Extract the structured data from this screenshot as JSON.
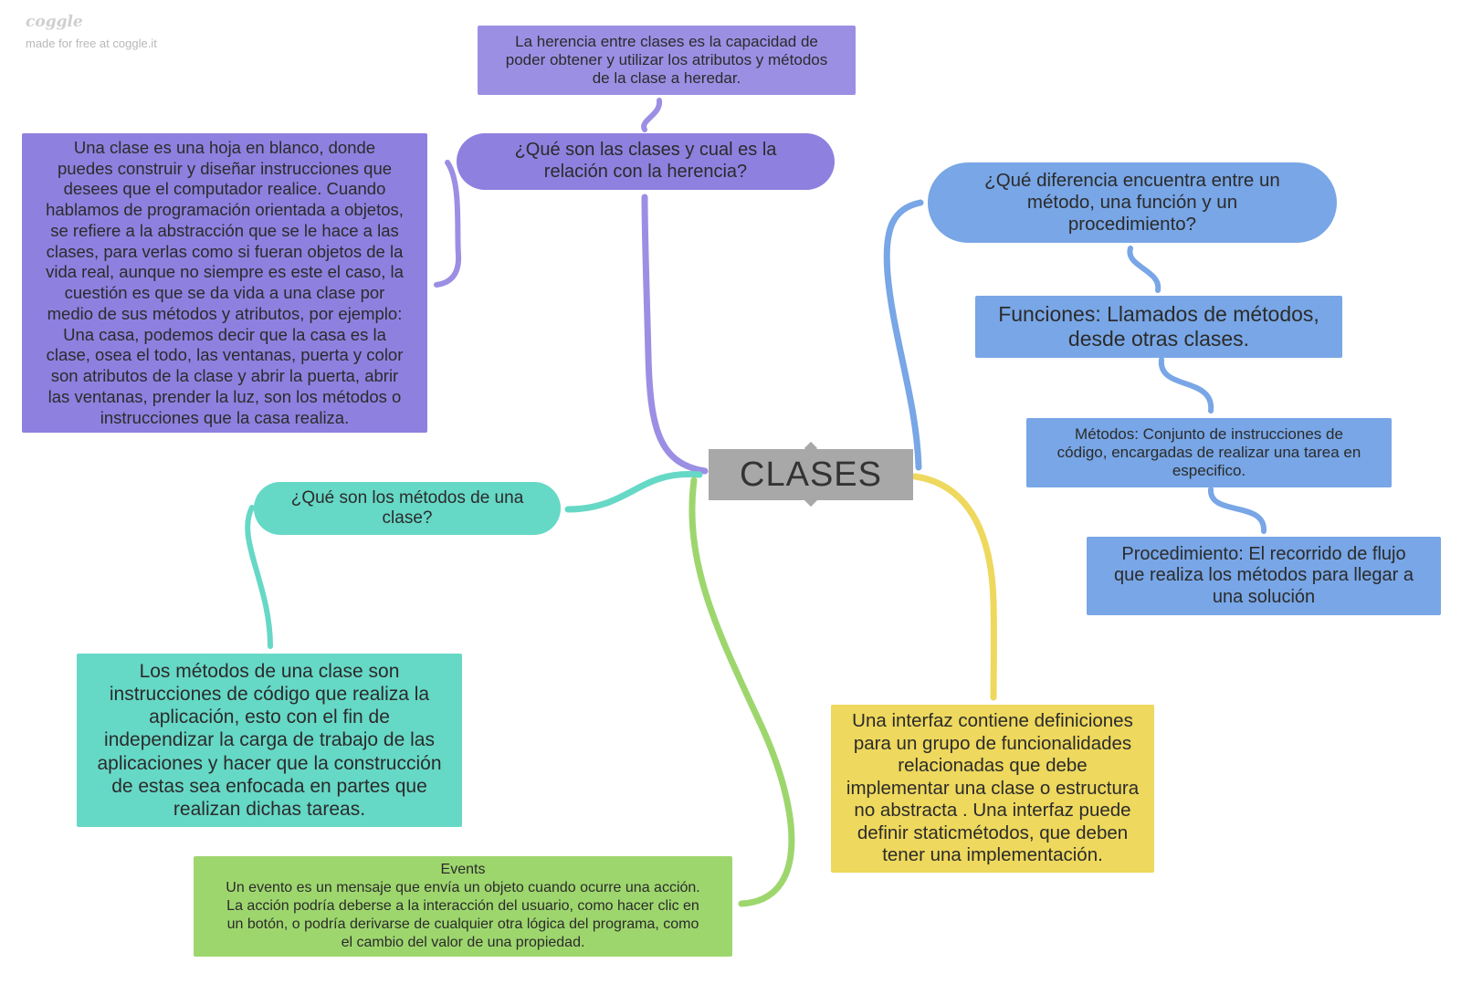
{
  "brand": {
    "name": "coggle",
    "tagline": "made for free at coggle.it"
  },
  "colors": {
    "purple": "#9b8fe4",
    "blue": "#78a6e6",
    "teal": "#66d8c6",
    "green": "#9ed66e",
    "yellow": "#eed85d",
    "central": "#a8a8a8"
  },
  "central": {
    "label": "CLASES"
  },
  "nodes": {
    "herencia_question": "¿Qué son las clases y cual es la\nrelación con la herencia?",
    "herencia_definition": "La herencia entre clases es la capacidad de\npoder obtener y utilizar los atributos y métodos\nde la clase a heredar.",
    "clase_description": "Una clase es una hoja en blanco, donde\npuedes construir y diseñar instrucciones que\ndesees que el computador realice. Cuando\nhablamos de programación orientada a objetos,\nse refiere a la abstracción que se le hace a las\nclases, para verlas como si fueran objetos de la\nvida real, aunque no siempre es este el caso, la\ncuestión es que se da vida a una clase por\nmedio de sus métodos y atributos, por ejemplo:\nUna casa, podemos decir que la casa es la\nclase, osea el todo, las ventanas, puerta y color\nson atributos de la clase y abrir la puerta, abrir\nlas ventanas, prender la luz, son los métodos o\ninstrucciones que la casa realiza.",
    "diferencia_question": "¿Qué diferencia encuentra entre un\nmétodo, una función y un\nprocedimiento?",
    "funciones": "Funciones: Llamados de métodos,\ndesde otras clases.",
    "metodos": "Métodos: Conjunto de instrucciones de\ncódigo, encargadas de realizar una tarea en\nespecifico.",
    "procedimiento": "Procedimiento: El recorrido de flujo\nque realiza los métodos para llegar a\nuna solución",
    "metodos_question": "¿Qué son los métodos de una\nclase?",
    "metodos_answer": "Los métodos de una clase son\ninstrucciones de código que realiza la\naplicación, esto con el fin de\nindependizar la carga de trabajo de las\naplicaciones y hacer que la construcción\nde estas sea enfocada en partes que\nrealizan dichas tareas.",
    "events": "Events\nUn evento es un mensaje que envía un objeto cuando ocurre una acción.\nLa acción podría deberse a la interacción del usuario, como hacer clic en\nun botón, o podría derivarse de cualquier otra lógica del programa, como\nel cambio del valor de una propiedad.",
    "interfaz": "Una interfaz contiene definiciones\npara un grupo de funcionalidades\nrelacionadas que debe\nimplementar una clase o estructura\nno abstracta . Una interfaz puede\ndefinir staticmétodos, que deben\ntener una implementación."
  }
}
